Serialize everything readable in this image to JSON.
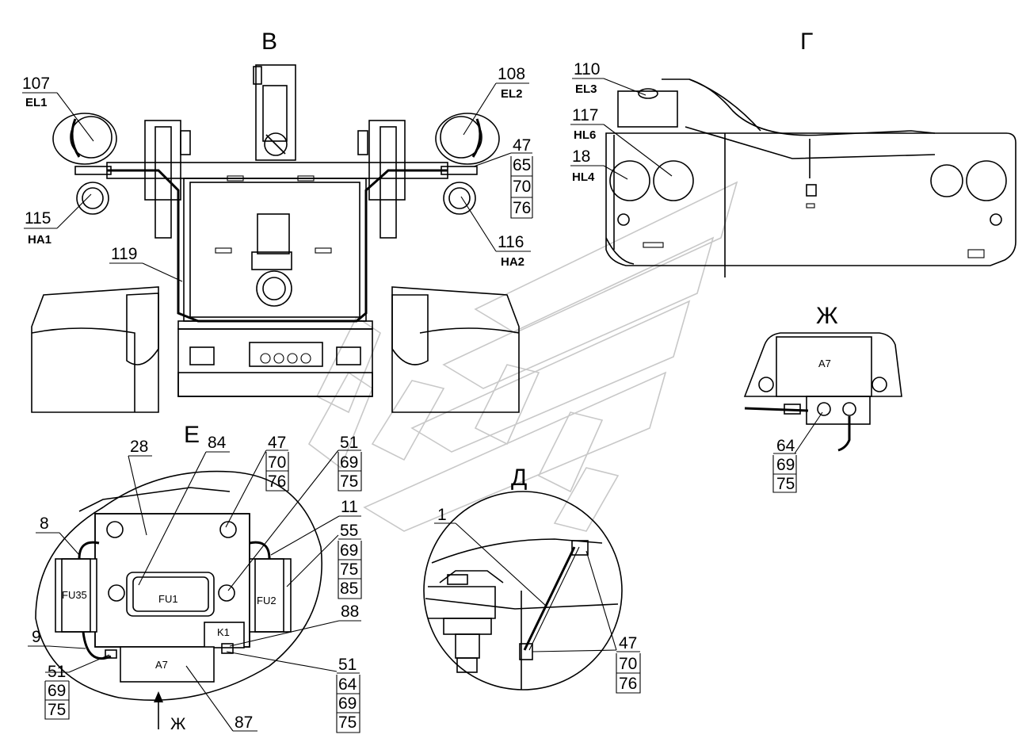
{
  "views": {
    "v": "В",
    "g": "Г",
    "e": "Е",
    "d": "Д",
    "zh": "Ж",
    "zh_arrow": "Ж"
  },
  "callouts": {
    "c107": {
      "num": "107",
      "sub": "EL1"
    },
    "c108": {
      "num": "108",
      "sub": "EL2"
    },
    "c115": {
      "num": "115",
      "sub": "HA1"
    },
    "c116": {
      "num": "116",
      "sub": "HA2"
    },
    "c119": {
      "num": "119"
    },
    "c110": {
      "num": "110",
      "sub": "EL3"
    },
    "c117": {
      "num": "117",
      "sub": "HL6"
    },
    "c18": {
      "num": "18",
      "sub": "HL4"
    },
    "c28": {
      "num": "28"
    },
    "c84": {
      "num": "84"
    },
    "c8": {
      "num": "8"
    },
    "c9": {
      "num": "9"
    },
    "c11": {
      "num": "11"
    },
    "c88": {
      "num": "88"
    },
    "c87": {
      "num": "87"
    },
    "c1": {
      "num": "1"
    }
  },
  "stacks": {
    "s_v_right": [
      "47",
      "65",
      "70",
      "76"
    ],
    "s_e_top": [
      "47",
      "70",
      "76"
    ],
    "s_e_mid": [
      "51",
      "69",
      "75"
    ],
    "s_e_right": [
      "55",
      "69",
      "75",
      "85"
    ],
    "s_e_bottom_left": [
      "51",
      "69",
      "75"
    ],
    "s_e_bottom_right": [
      "51",
      "64",
      "69",
      "75"
    ],
    "s_zh": [
      "64",
      "69",
      "75"
    ],
    "s_d": [
      "47",
      "70",
      "76"
    ]
  },
  "components": {
    "fu35": "FU35",
    "fu1": "FU1",
    "fu2": "FU2",
    "k1": "K1",
    "a7_e": "A7",
    "a7_zh": "A7"
  }
}
